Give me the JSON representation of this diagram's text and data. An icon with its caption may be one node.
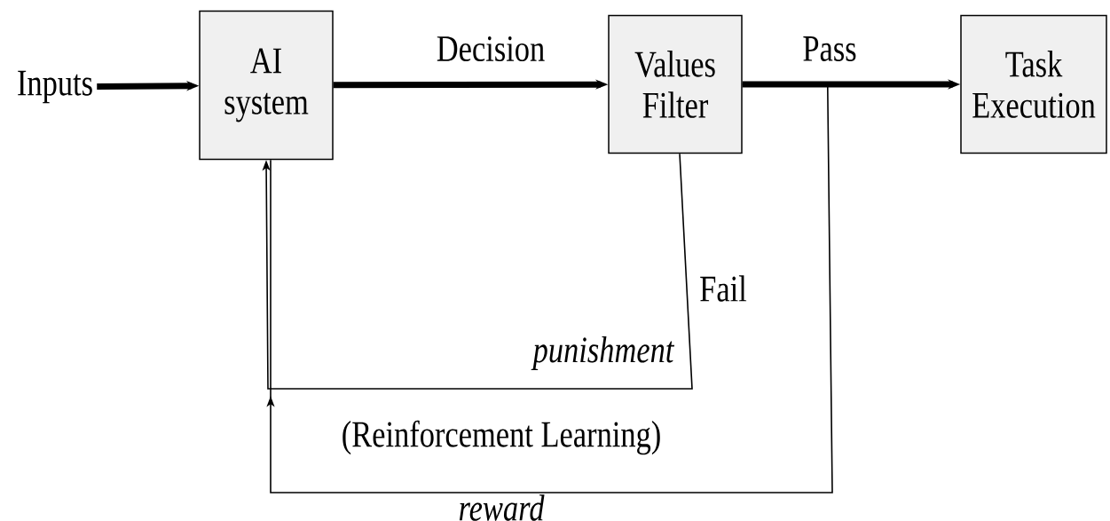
{
  "diagram": {
    "nodes": [
      {
        "text": [
          "Inputs"
        ]
      },
      {
        "text": [
          "AI system"
        ]
      },
      {
        "text": [
          "Values Filter"
        ]
      },
      {
        "text": [
          "Task Execution"
        ]
      }
    ],
    "edges": [
      {
        "from": 0,
        "to": 1,
        "arrow": "to"
      },
      {
        "from": 1,
        "to": 2,
        "arrow": "to",
        "label": "Decision"
      },
      {
        "from": 2,
        "to": 3,
        "arrow": "to",
        "label": "Pass"
      },
      {
        "from": 2,
        "to": 1,
        "arrow": "to",
        "label": "Fail"
      },
      {
        "from": 2,
        "to": 1,
        "arrow": "to",
        "label": "reward"
      }
    ],
    "labels": [
      "punishment",
      "(Reinforcement Learning)"
    ]
  }
}
